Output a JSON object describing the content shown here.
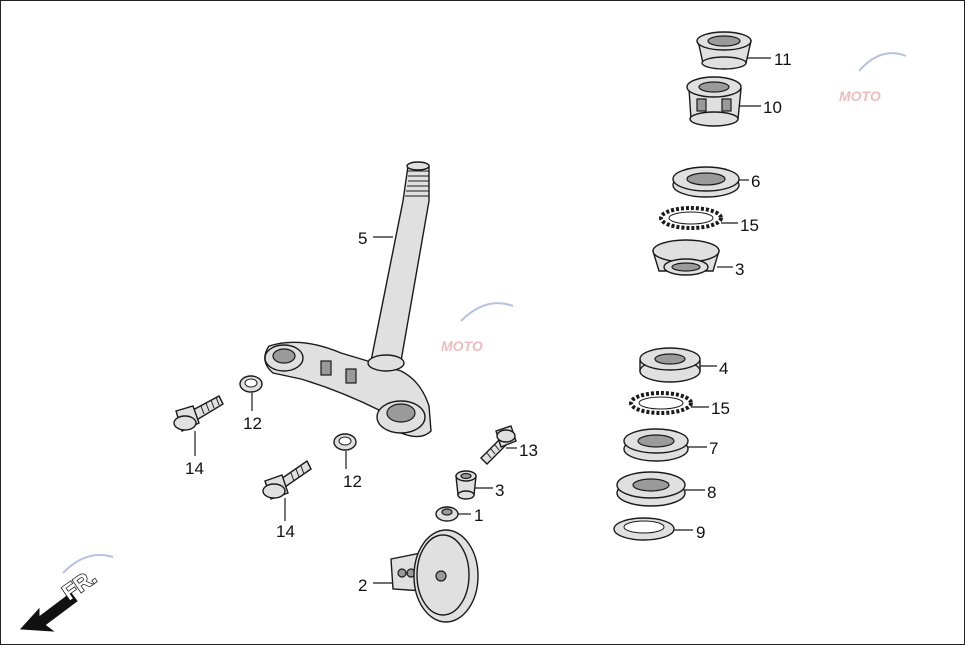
{
  "diagram": {
    "labels": {
      "p1": "1",
      "p2": "2",
      "p3a": "3",
      "p3b": "3",
      "p4": "4",
      "p5": "5",
      "p6": "6",
      "p7": "7",
      "p8": "8",
      "p9": "9",
      "p10": "10",
      "p11": "11",
      "p12a": "12",
      "p12b": "12",
      "p13": "13",
      "p14a": "14",
      "p14b": "14",
      "p15a": "15",
      "p15b": "15"
    },
    "direction_marker": "FR.",
    "watermark": "MOTO",
    "colors": {
      "line": "#1a1a1a",
      "part_fill": "#e0e0e0",
      "watermark": "#e8a0a0"
    }
  }
}
